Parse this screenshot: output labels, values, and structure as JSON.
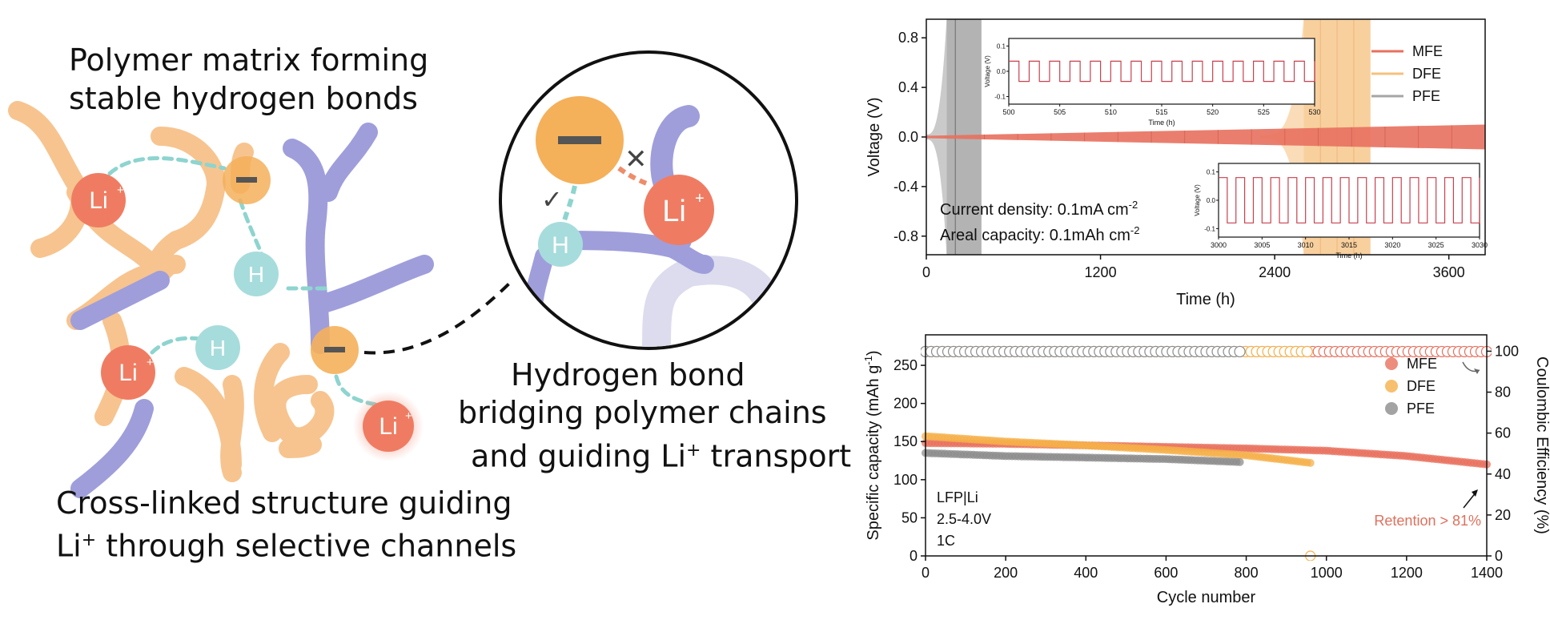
{
  "illustration": {
    "title_line1": "Polymer matrix forming",
    "title_line2": "stable hydrogen bonds",
    "caption_line1": "Cross-linked structure guiding",
    "caption_line2_pre": "Li",
    "caption_line2_sup": "+",
    "caption_line2_post": " through selective channels",
    "zoom_line1": "Hydrogen bond",
    "zoom_line2": "bridging polymer chains",
    "zoom_line3_pre": "and guiding Li",
    "zoom_line3_sup": "+",
    "zoom_line3_post": " transport",
    "li_symbol": "Li",
    "li_charge": "+",
    "h_symbol": "H",
    "check_mark": "✓",
    "cross_mark": "✕",
    "colors": {
      "orange_chain": "#f7c48f",
      "blue_chain": "#9f9edb",
      "li_ion": "#ef7c62",
      "anion": "#f5b05a",
      "hydrogen": "#a7dcdc",
      "hbond": "#8ed4cf"
    }
  },
  "chart_data": [
    {
      "type": "line",
      "xlabel": "Time (h)",
      "ylabel": "Voltage (V)",
      "xlim": [
        0,
        3850
      ],
      "ylim": [
        -0.95,
        0.95
      ],
      "xticks": [
        0,
        1200,
        2400,
        3600
      ],
      "yticks": [
        -0.8,
        -0.4,
        0.0,
        0.4,
        0.8
      ],
      "xtick_labels": [
        "0",
        "1200",
        "2400",
        "3600"
      ],
      "ytick_labels": [
        "-0.8",
        "-0.4",
        "0.0",
        "0.4",
        "0.8"
      ],
      "legend": [
        "MFE",
        "DFE",
        "PFE"
      ],
      "legend_position": "top-right",
      "series": [
        {
          "name": "MFE",
          "color": "#e8705e",
          "envelope_x": [
            0,
            3850
          ],
          "envelope_upper": [
            0.01,
            0.1
          ],
          "envelope_lower": [
            -0.01,
            -0.1
          ]
        },
        {
          "name": "DFE",
          "color": "#f6c07e",
          "band_x": [
            2600,
            3060
          ],
          "peak": 0.95,
          "upper_start": 0.11
        },
        {
          "name": "PFE",
          "color": "#a6a6a6",
          "band_x": [
            140,
            380
          ],
          "peak": 0.95
        }
      ],
      "annotations": {
        "current_density_pre": "Current density: 0.1mA cm",
        "current_density_sup": "-2",
        "areal_capacity_pre": "Areal capacity: 0.1mAh cm",
        "areal_capacity_sup": "-2"
      },
      "insets": [
        {
          "xlabel": "Time (h)",
          "ylabel": "Voltage (V)",
          "xlim": [
            500,
            530
          ],
          "xticks": [
            "500",
            "505",
            "510",
            "515",
            "520",
            "525",
            "530"
          ],
          "yticks": [
            "0.1",
            "0.0",
            "-0.1"
          ],
          "amplitude": 0.04,
          "period_h": 2
        },
        {
          "xlabel": "Time (h)",
          "ylabel": "Voltage (V)",
          "xlim": [
            3000,
            3030
          ],
          "xticks": [
            "3000",
            "3005",
            "3010",
            "3015",
            "3020",
            "3025",
            "3030"
          ],
          "yticks": [
            "0.1",
            "0.0",
            "-0.1"
          ],
          "amplitude": 0.08,
          "period_h": 2
        }
      ]
    },
    {
      "type": "scatter",
      "xlabel": "Cycle number",
      "ylabel_pre": "Specific capacity (mAh g",
      "ylabel_sup": "-1",
      "ylabel_post": ")",
      "y2label": "Coulombic Efficiency (%)",
      "xlim": [
        0,
        1400
      ],
      "ylim": [
        0,
        290
      ],
      "y2lim": [
        0,
        108
      ],
      "xticks": [
        "0",
        "200",
        "400",
        "600",
        "800",
        "1000",
        "1200",
        "1400"
      ],
      "yticks": [
        "0",
        "50",
        "100",
        "150",
        "200",
        "250"
      ],
      "y2ticks": [
        "0",
        "20",
        "40",
        "60",
        "80",
        "100"
      ],
      "legend": [
        "MFE",
        "DFE",
        "PFE"
      ],
      "legend_position": "top-right",
      "series": [
        {
          "name": "MFE",
          "color": "#e8705e",
          "capacity_x": [
            0,
            200,
            400,
            600,
            800,
            1000,
            1200,
            1400
          ],
          "capacity_y": [
            148,
            147,
            145,
            143,
            141,
            138,
            131,
            120
          ],
          "ce_percent": 99.8,
          "cycles": 1400
        },
        {
          "name": "DFE",
          "color": "#f5b04a",
          "capacity_x": [
            0,
            200,
            400,
            600,
            800,
            960
          ],
          "capacity_y": [
            157,
            150,
            145,
            139,
            132,
            122
          ],
          "ce_percent": 99.8,
          "cycles": 960
        },
        {
          "name": "PFE",
          "color": "#8c8c8c",
          "capacity_x": [
            0,
            200,
            400,
            600,
            790
          ],
          "capacity_y": [
            135,
            131,
            129,
            127,
            123
          ],
          "ce_percent": 99.8,
          "cycles": 790
        }
      ],
      "annotations": {
        "cell": "LFP|Li",
        "voltage_window": "2.5-4.0V",
        "rate": "1C",
        "retention": "Retention > 81%"
      }
    }
  ]
}
